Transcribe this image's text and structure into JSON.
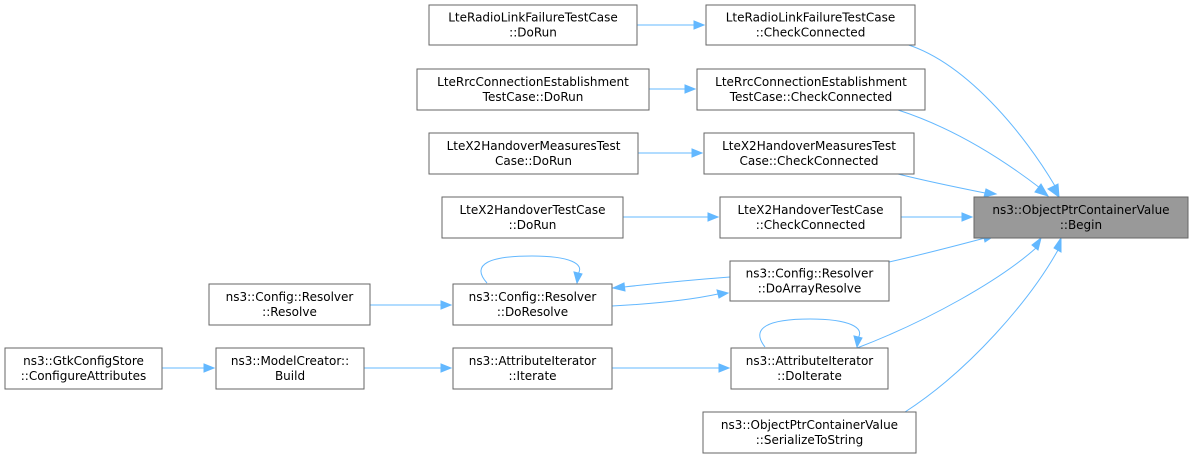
{
  "graph": {
    "nodes": [
      {
        "id": "begin",
        "lines": [
          "ns3::ObjectPtrContainerValue",
          "::Begin"
        ],
        "focus": true
      },
      {
        "id": "rlf_check",
        "lines": [
          "LteRadioLinkFailureTestCase",
          "::CheckConnected"
        ]
      },
      {
        "id": "rlf_run",
        "lines": [
          "LteRadioLinkFailureTestCase",
          "::DoRun"
        ]
      },
      {
        "id": "rrc_check",
        "lines": [
          "LteRrcConnectionEstablishment",
          "TestCase::CheckConnected"
        ]
      },
      {
        "id": "rrc_run",
        "lines": [
          "LteRrcConnectionEstablishment",
          "TestCase::DoRun"
        ]
      },
      {
        "id": "x2m_check",
        "lines": [
          "LteX2HandoverMeasuresTest",
          "Case::CheckConnected"
        ]
      },
      {
        "id": "x2m_run",
        "lines": [
          "LteX2HandoverMeasuresTest",
          "Case::DoRun"
        ]
      },
      {
        "id": "x2_check",
        "lines": [
          "LteX2HandoverTestCase",
          "::CheckConnected"
        ]
      },
      {
        "id": "x2_run",
        "lines": [
          "LteX2HandoverTestCase",
          "::DoRun"
        ]
      },
      {
        "id": "doarray",
        "lines": [
          "ns3::Config::Resolver",
          "::DoArrayResolve"
        ]
      },
      {
        "id": "doresolve",
        "lines": [
          "ns3::Config::Resolver",
          "::DoResolve"
        ]
      },
      {
        "id": "resolve",
        "lines": [
          "ns3::Config::Resolver",
          "::Resolve"
        ]
      },
      {
        "id": "doiterate",
        "lines": [
          "ns3::AttributeIterator",
          "::DoIterate"
        ]
      },
      {
        "id": "iterate",
        "lines": [
          "ns3::AttributeIterator",
          "::Iterate"
        ]
      },
      {
        "id": "build",
        "lines": [
          "ns3::ModelCreator::",
          "Build"
        ]
      },
      {
        "id": "configure",
        "lines": [
          "ns3::GtkConfigStore",
          "::ConfigureAttributes"
        ]
      },
      {
        "id": "serialize",
        "lines": [
          "ns3::ObjectPtrContainerValue",
          "::SerializeToString"
        ]
      }
    ],
    "edges": [
      {
        "from": "rlf_check",
        "to": "begin"
      },
      {
        "from": "rlf_run",
        "to": "rlf_check"
      },
      {
        "from": "rrc_check",
        "to": "begin"
      },
      {
        "from": "rrc_run",
        "to": "rrc_check"
      },
      {
        "from": "x2m_check",
        "to": "begin"
      },
      {
        "from": "x2m_run",
        "to": "x2m_check"
      },
      {
        "from": "x2_check",
        "to": "begin"
      },
      {
        "from": "x2_run",
        "to": "x2_check"
      },
      {
        "from": "doarray",
        "to": "begin"
      },
      {
        "from": "doarray",
        "to": "doresolve"
      },
      {
        "from": "doresolve",
        "to": "doresolve"
      },
      {
        "from": "doresolve",
        "to": "doarray"
      },
      {
        "from": "resolve",
        "to": "doresolve"
      },
      {
        "from": "doiterate",
        "to": "begin"
      },
      {
        "from": "doiterate",
        "to": "doiterate"
      },
      {
        "from": "iterate",
        "to": "doiterate"
      },
      {
        "from": "build",
        "to": "iterate"
      },
      {
        "from": "configure",
        "to": "build"
      },
      {
        "from": "serialize",
        "to": "begin"
      }
    ]
  }
}
